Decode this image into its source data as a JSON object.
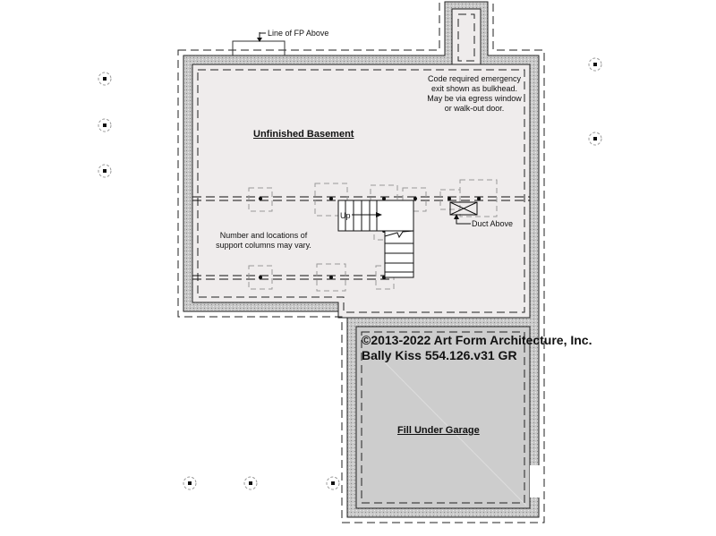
{
  "plan": {
    "rooms": {
      "basement": "Unfinished Basement",
      "garage": "Fill Under Garage"
    },
    "notes": {
      "fp_line": "Line of FP Above",
      "egress": "Code required emergency exit shown as bulkhead. May be via egress window or walk-out door.",
      "columns": "Number and locations of support columns may vary.",
      "duct": "Duct Above",
      "stairs": "Up"
    },
    "copyright": {
      "line1": "©2013-2022 Art Form Architecture, Inc.",
      "line2": "Bally Kiss 554.126.v31 GR"
    },
    "colors": {
      "basement_fill": "#efecec",
      "garage_fill": "#cdcdcd",
      "wall": "#bdbdbd"
    }
  }
}
